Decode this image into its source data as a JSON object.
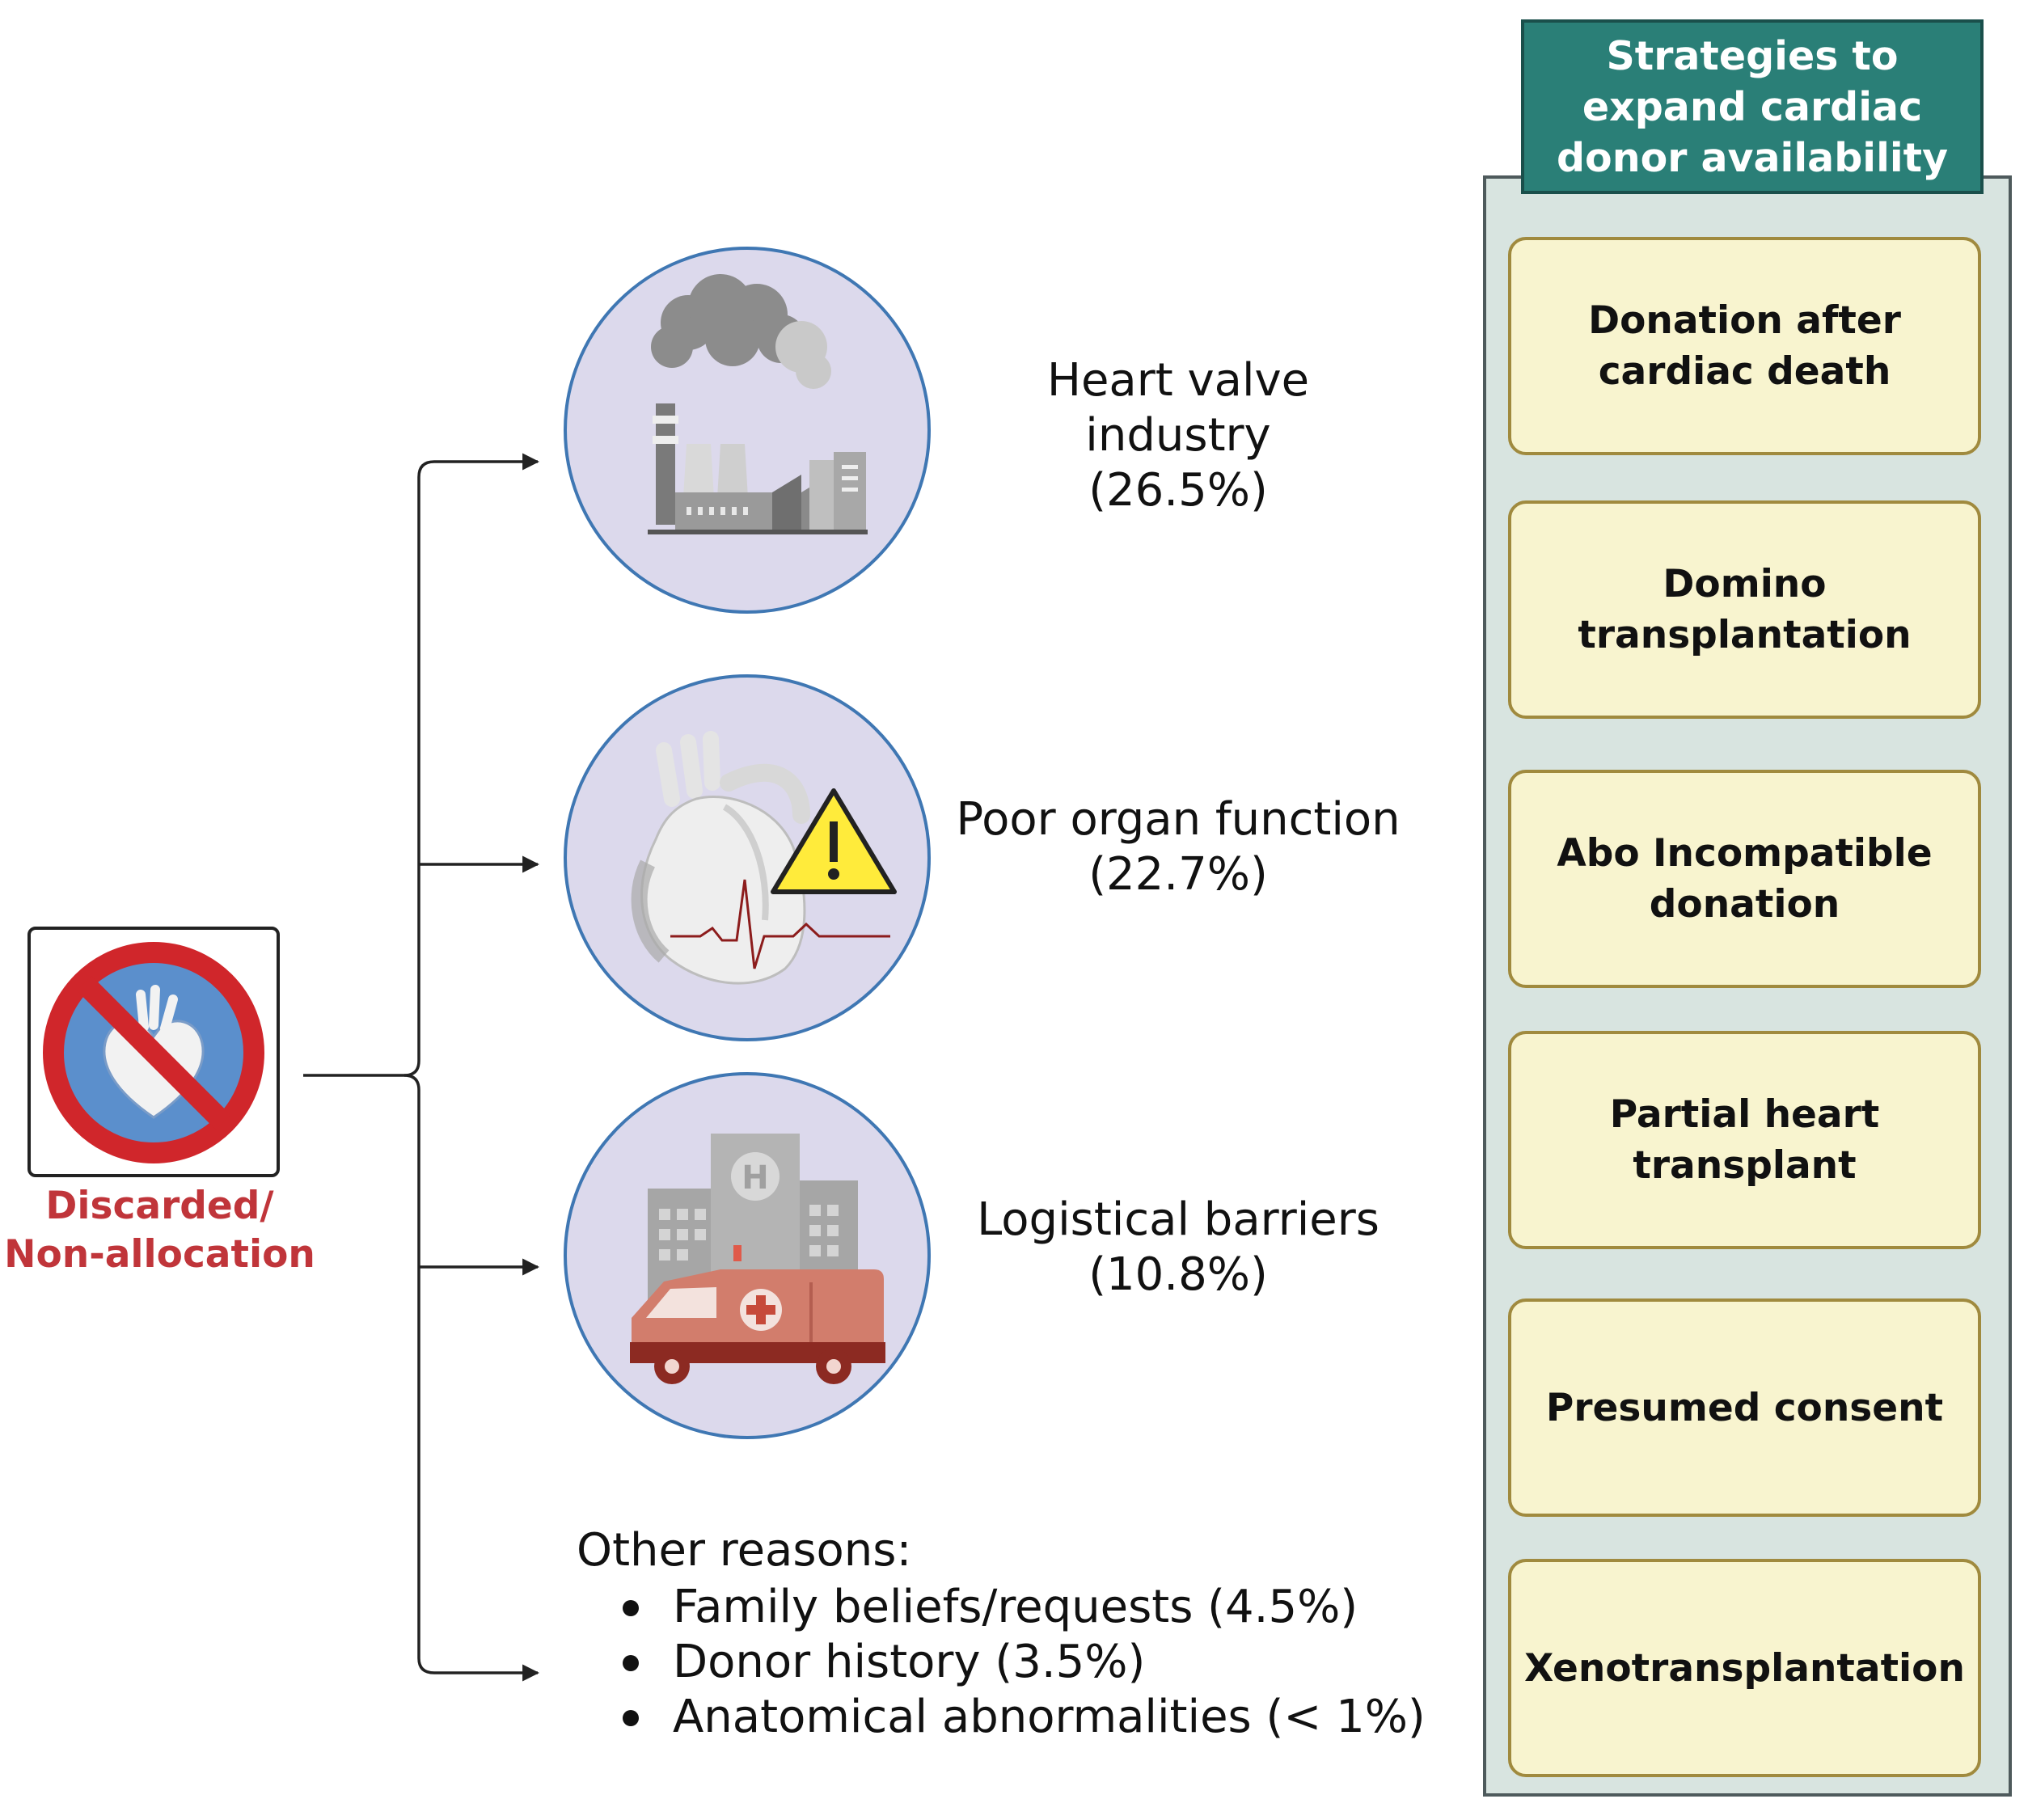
{
  "source": {
    "label": "Discarded/ Non-allocation",
    "icon": "prohibited-heart-icon"
  },
  "reasons": [
    {
      "name": "Heart valve industry",
      "pct": "(26.5%)",
      "icon": "factory-icon"
    },
    {
      "name": "Poor organ function",
      "pct": "(22.7%)",
      "icon": "heart-warning-icon"
    },
    {
      "name": "Logistical barriers",
      "pct": "(10.8%)",
      "icon": "hospital-ambulance-icon"
    }
  ],
  "other": {
    "title": "Other reasons:",
    "items": [
      "Family beliefs/requests (4.5%)",
      "Donor history (3.5%)",
      "Anatomical abnormalities (< 1%)"
    ]
  },
  "strategies": {
    "title": "Strategies to expand cardiac donor availability",
    "items": [
      "Donation after cardiac death",
      "Domino transplantation",
      "Abo Incompatible donation",
      "Partial heart transplant",
      "Presumed consent",
      "Xenotransplantation"
    ]
  },
  "colors": {
    "discard_red": "#c0353a",
    "circle_fill": "#dcd9ec",
    "circle_border": "#3f77b3",
    "header_teal": "#2a7f77",
    "panel_bg": "#d8e4e0",
    "strategy_fill": "#f8f4cf",
    "strategy_border": "#a08a3e"
  }
}
